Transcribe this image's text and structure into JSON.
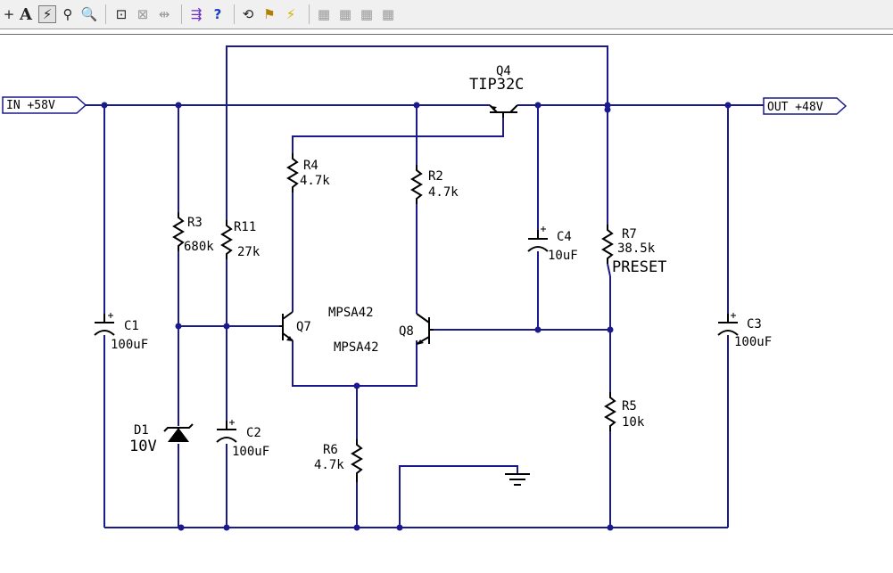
{
  "toolbar": {
    "buttons": [
      {
        "name": "add-tool",
        "glyph": "+"
      },
      {
        "name": "text-tool",
        "glyph": "A"
      },
      {
        "name": "wire-tool",
        "glyph": "⚡"
      },
      {
        "name": "probe-tool",
        "glyph": "⚲"
      },
      {
        "name": "zoom-tool",
        "glyph": "🔍"
      },
      {
        "name": "zoom-fit",
        "glyph": "⊡"
      },
      {
        "name": "zoom-area",
        "glyph": "⊠"
      },
      {
        "name": "flip-tool",
        "glyph": "⇹"
      },
      {
        "name": "netlist-tool",
        "glyph": "⇶"
      },
      {
        "name": "help-tool",
        "glyph": "?"
      },
      {
        "name": "rotate-tool",
        "glyph": "⟲"
      },
      {
        "name": "probe-point-tool",
        "glyph": "⚑"
      },
      {
        "name": "run-tool",
        "glyph": "⚡"
      },
      {
        "name": "window-1",
        "glyph": "▦"
      },
      {
        "name": "window-2",
        "glyph": "▦"
      },
      {
        "name": "window-3",
        "glyph": "▦"
      },
      {
        "name": "window-4",
        "glyph": "▦"
      }
    ]
  },
  "ports": {
    "input": "IN +58V",
    "output": "OUT +48V"
  },
  "components": {
    "q4": {
      "ref": "Q4",
      "value": "TIP32C"
    },
    "q7": {
      "ref": "Q7",
      "value": "MPSA42"
    },
    "q8": {
      "ref": "Q8",
      "value": "MPSA42"
    },
    "r2": {
      "ref": "R2",
      "value": "4.7k"
    },
    "r3": {
      "ref": "R3",
      "value": "680k"
    },
    "r4": {
      "ref": "R4",
      "value": "4.7k"
    },
    "r5": {
      "ref": "R5",
      "value": "10k"
    },
    "r6": {
      "ref": "R6",
      "value": "4.7k"
    },
    "r7": {
      "ref": "R7",
      "value": "38.5k",
      "note": "PRESET"
    },
    "r11": {
      "ref": "R11",
      "value": "27k"
    },
    "c1": {
      "ref": "C1",
      "value": "100uF"
    },
    "c2": {
      "ref": "C2",
      "value": "100uF"
    },
    "c3": {
      "ref": "C3",
      "value": "100uF"
    },
    "c4": {
      "ref": "C4",
      "value": "10uF"
    },
    "d1": {
      "ref": "D1",
      "value": "10V"
    }
  },
  "colors": {
    "wire": "#1a1a8c",
    "component": "#000000",
    "toolbar_bg": "#f0f0f0"
  }
}
